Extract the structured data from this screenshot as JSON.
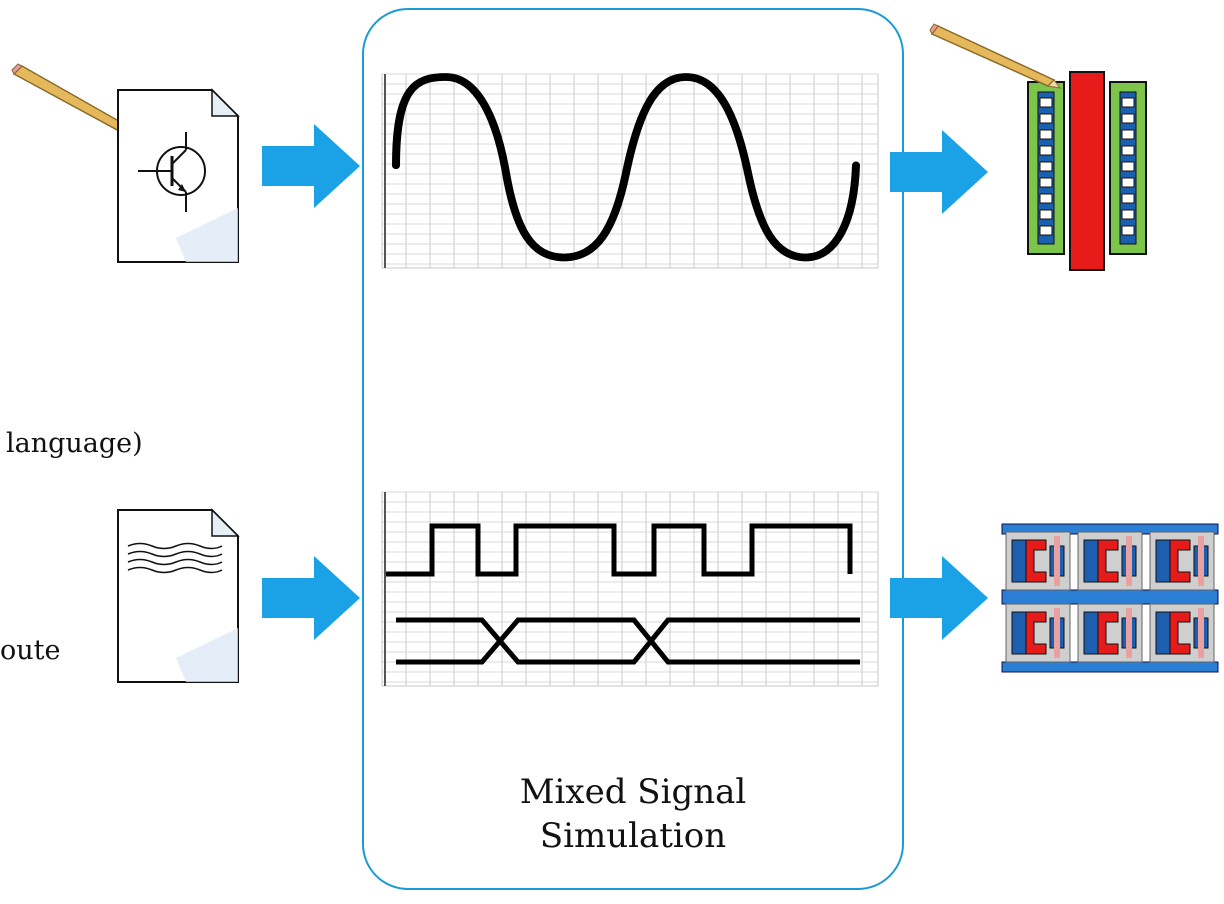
{
  "diagram": {
    "clipped_labels": {
      "language": "language)",
      "route": "oute"
    },
    "center_box": {
      "title_line1": "Mixed Signal",
      "title_line2": "Simulation"
    },
    "icons": [
      "pencil-icon",
      "schematic-document-icon",
      "text-document-icon",
      "analog-waveform-icon",
      "digital-waveform-icon",
      "analog-layout-icon",
      "digital-layout-icon",
      "arrow-icon"
    ],
    "colors": {
      "arrow": "#1ba2e6",
      "box_border": "#1a9ad6",
      "layout_green": "#7cc44a",
      "layout_red": "#e81b1b",
      "layout_blue": "#1c5fae"
    }
  }
}
